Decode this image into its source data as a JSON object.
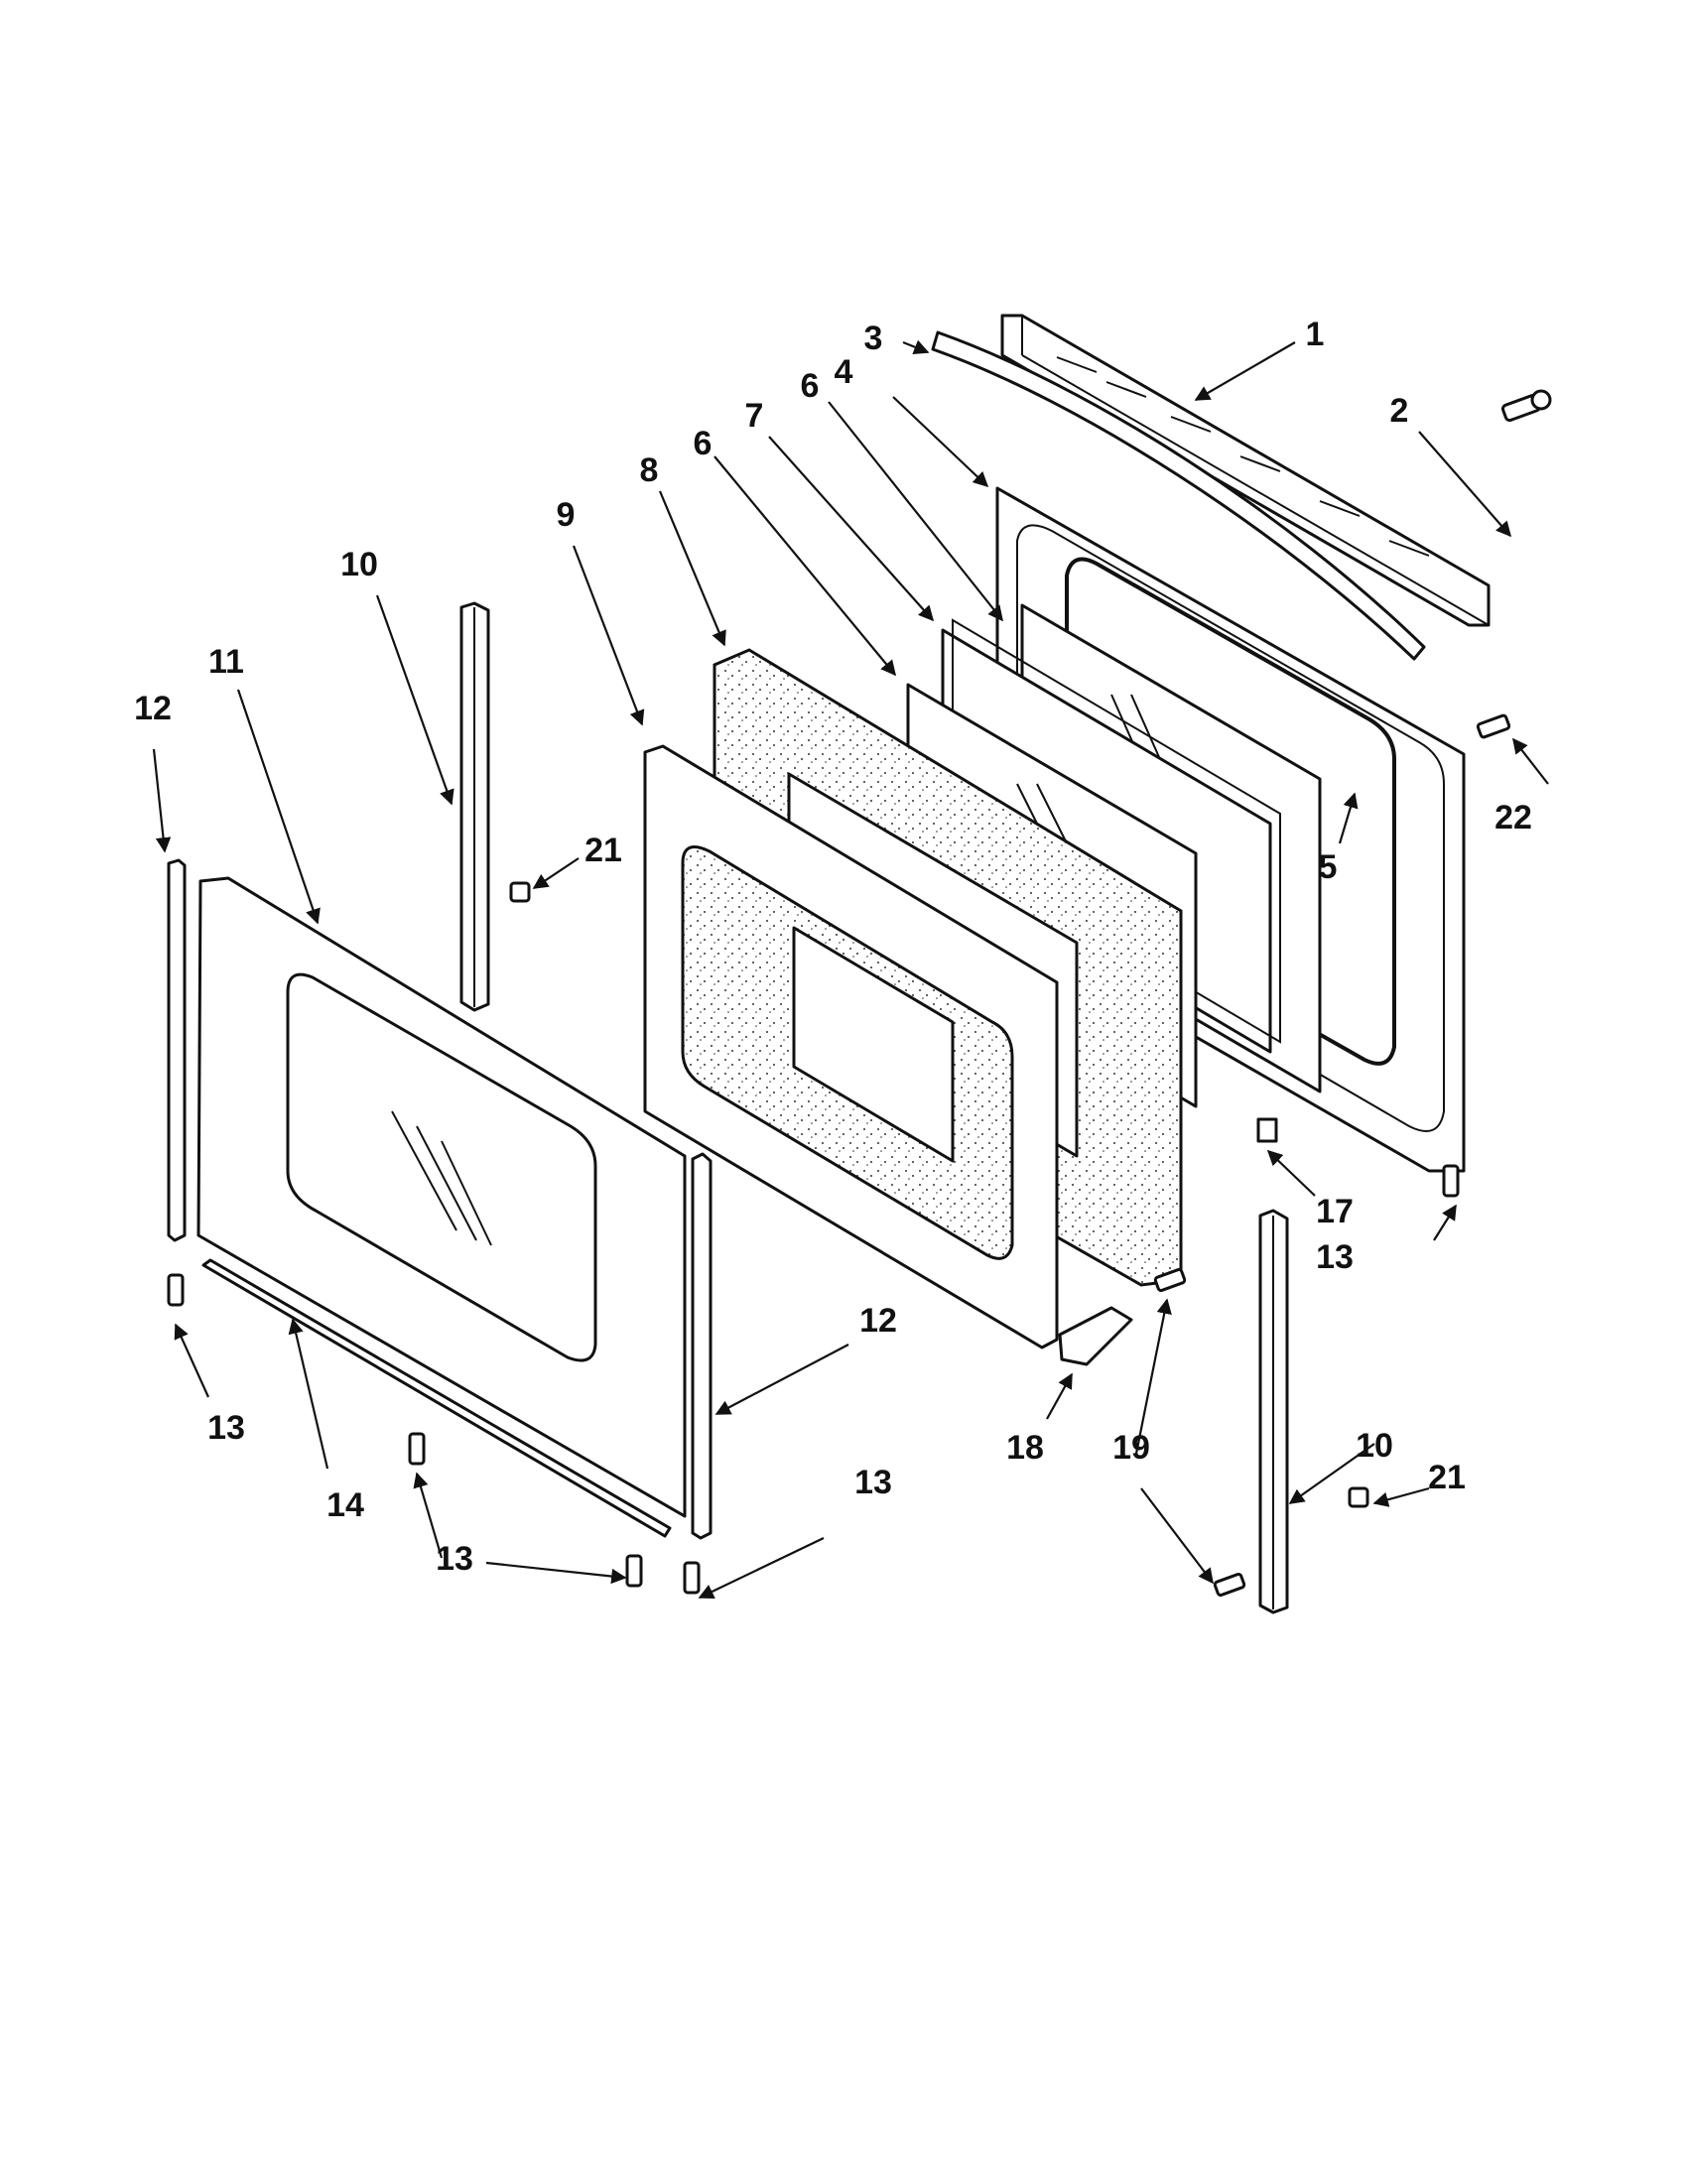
{
  "diagram": {
    "colors": {
      "line": "#111111",
      "background": "#ffffff",
      "fill": "#ffffff"
    },
    "callouts": [
      {
        "id": "c1",
        "label": "1"
      },
      {
        "id": "c2",
        "label": "2"
      },
      {
        "id": "c3",
        "label": "3"
      },
      {
        "id": "c4",
        "label": "4"
      },
      {
        "id": "c5",
        "label": "5"
      },
      {
        "id": "c6a",
        "label": "6"
      },
      {
        "id": "c6b",
        "label": "6"
      },
      {
        "id": "c7",
        "label": "7"
      },
      {
        "id": "c8",
        "label": "8"
      },
      {
        "id": "c9",
        "label": "9"
      },
      {
        "id": "c10a",
        "label": "10"
      },
      {
        "id": "c10b",
        "label": "10"
      },
      {
        "id": "c11",
        "label": "11"
      },
      {
        "id": "c12a",
        "label": "12"
      },
      {
        "id": "c12b",
        "label": "12"
      },
      {
        "id": "c13a",
        "label": "13"
      },
      {
        "id": "c13b",
        "label": "13"
      },
      {
        "id": "c13c",
        "label": "13"
      },
      {
        "id": "c13d",
        "label": "13"
      },
      {
        "id": "c13e",
        "label": "13"
      },
      {
        "id": "c14",
        "label": "14"
      },
      {
        "id": "c17",
        "label": "17"
      },
      {
        "id": "c18",
        "label": "18"
      },
      {
        "id": "c19",
        "label": "19"
      },
      {
        "id": "c21a",
        "label": "21"
      },
      {
        "id": "c21b",
        "label": "21"
      },
      {
        "id": "c22",
        "label": "22"
      }
    ]
  }
}
